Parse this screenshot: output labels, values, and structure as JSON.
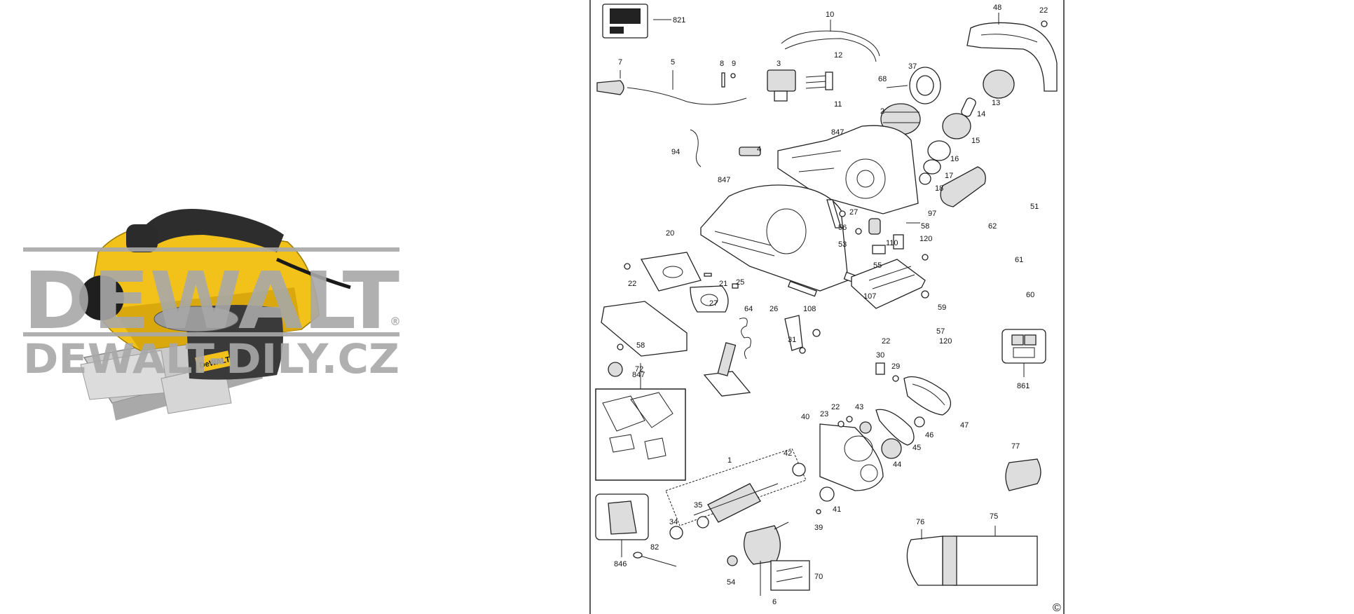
{
  "watermark": {
    "brand": "DEWALT",
    "site": "DEWALT-DILY.CZ",
    "registered": "®"
  },
  "product": {
    "badge": "DeWALT"
  },
  "diagram": {
    "copyright": "©",
    "callouts": [
      {
        "key": "p821",
        "text": "821"
      },
      {
        "key": "p10",
        "text": "10"
      },
      {
        "key": "p48",
        "text": "48"
      },
      {
        "key": "p22a",
        "text": "22"
      },
      {
        "key": "p7",
        "text": "7"
      },
      {
        "key": "p5",
        "text": "5"
      },
      {
        "key": "p8",
        "text": "8"
      },
      {
        "key": "p9",
        "text": "9"
      },
      {
        "key": "p3",
        "text": "3"
      },
      {
        "key": "p12",
        "text": "12"
      },
      {
        "key": "p11",
        "text": "11"
      },
      {
        "key": "p37",
        "text": "37"
      },
      {
        "key": "p68",
        "text": "68"
      },
      {
        "key": "p13",
        "text": "13"
      },
      {
        "key": "p14",
        "text": "14"
      },
      {
        "key": "p2",
        "text": "2"
      },
      {
        "key": "p15",
        "text": "15"
      },
      {
        "key": "p94",
        "text": "94"
      },
      {
        "key": "p4",
        "text": "4"
      },
      {
        "key": "p847a",
        "text": "847"
      },
      {
        "key": "p16",
        "text": "16"
      },
      {
        "key": "p17",
        "text": "17"
      },
      {
        "key": "p18",
        "text": "18"
      },
      {
        "key": "p847b",
        "text": "847"
      },
      {
        "key": "p97",
        "text": "97"
      },
      {
        "key": "p51",
        "text": "51"
      },
      {
        "key": "p27a",
        "text": "27"
      },
      {
        "key": "p56",
        "text": "56"
      },
      {
        "key": "p20",
        "text": "20"
      },
      {
        "key": "p53",
        "text": "53"
      },
      {
        "key": "p110",
        "text": "110"
      },
      {
        "key": "p120a",
        "text": "120"
      },
      {
        "key": "p58a",
        "text": "58"
      },
      {
        "key": "p62",
        "text": "62"
      },
      {
        "key": "p22b",
        "text": "22"
      },
      {
        "key": "p21",
        "text": "21"
      },
      {
        "key": "p25",
        "text": "25"
      },
      {
        "key": "p55",
        "text": "55"
      },
      {
        "key": "p61",
        "text": "61"
      },
      {
        "key": "p27b",
        "text": "27"
      },
      {
        "key": "p26",
        "text": "26"
      },
      {
        "key": "p107",
        "text": "107"
      },
      {
        "key": "p108",
        "text": "108"
      },
      {
        "key": "p60",
        "text": "60"
      },
      {
        "key": "p64",
        "text": "64"
      },
      {
        "key": "p59",
        "text": "59"
      },
      {
        "key": "p31",
        "text": "31"
      },
      {
        "key": "p57",
        "text": "57"
      },
      {
        "key": "p120b",
        "text": "120"
      },
      {
        "key": "p22c",
        "text": "22"
      },
      {
        "key": "p58b",
        "text": "58"
      },
      {
        "key": "p72",
        "text": "72"
      },
      {
        "key": "p30",
        "text": "30"
      },
      {
        "key": "p29",
        "text": "29"
      },
      {
        "key": "p861",
        "text": "861"
      },
      {
        "key": "p847c",
        "text": "847"
      },
      {
        "key": "p22d",
        "text": "22"
      },
      {
        "key": "p43",
        "text": "43"
      },
      {
        "key": "p40",
        "text": "40"
      },
      {
        "key": "p23",
        "text": "23"
      },
      {
        "key": "p47",
        "text": "47"
      },
      {
        "key": "p46",
        "text": "46"
      },
      {
        "key": "p45",
        "text": "45"
      },
      {
        "key": "p42",
        "text": "42"
      },
      {
        "key": "p1",
        "text": "1"
      },
      {
        "key": "p44",
        "text": "44"
      },
      {
        "key": "p77",
        "text": "77"
      },
      {
        "key": "p35",
        "text": "35"
      },
      {
        "key": "p41",
        "text": "41"
      },
      {
        "key": "p34",
        "text": "34"
      },
      {
        "key": "p39",
        "text": "39"
      },
      {
        "key": "p76",
        "text": "76"
      },
      {
        "key": "p75",
        "text": "75"
      },
      {
        "key": "p82",
        "text": "82"
      },
      {
        "key": "p846",
        "text": "846"
      },
      {
        "key": "p70",
        "text": "70"
      },
      {
        "key": "p54",
        "text": "54"
      },
      {
        "key": "p6",
        "text": "6"
      }
    ]
  }
}
